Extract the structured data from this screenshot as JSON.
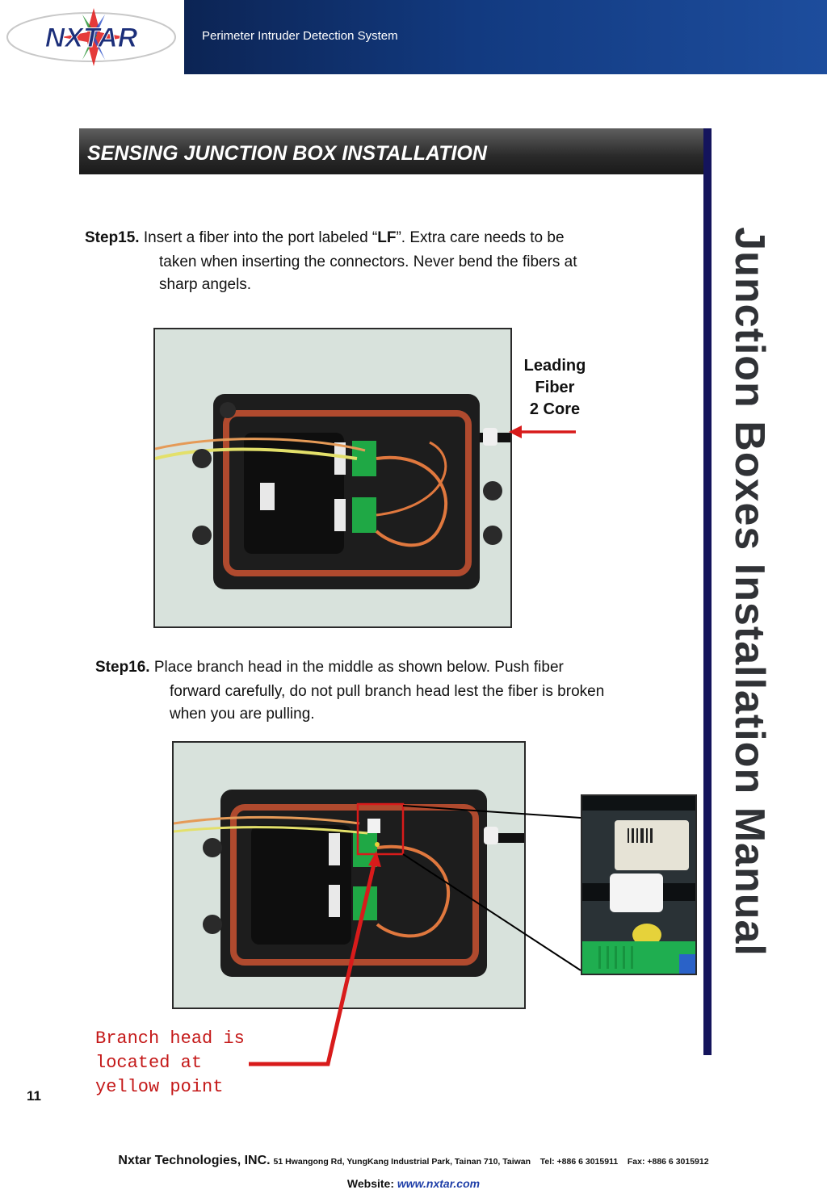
{
  "header": {
    "logo_text": "NXTAR",
    "subtitle": "Perimeter Intruder Detection System",
    "band_color": "#123a80"
  },
  "section_title": "SENSING JUNCTION BOX INSTALLATION",
  "side_title": "Junction Boxes Installation Manual",
  "step15": {
    "label": "Step15.",
    "text_line1_pre": "Insert a fiber into the port labeled “",
    "text_bold": "LF",
    "text_line1_post": "”. Extra care needs to be",
    "text_line2": "taken when inserting the connectors. Never bend the fibers at",
    "text_line3": "sharp angels."
  },
  "callout_leading": {
    "line1": "Leading",
    "line2": "Fiber",
    "line3": "2 Core"
  },
  "step16": {
    "label": "Step16.",
    "text_line1": "Place branch head in the middle as shown below. Push fiber",
    "text_line2": "forward carefully, do not pull branch head lest the fiber is broken",
    "text_line3": "when you are pulling."
  },
  "branch_note": "Branch head is located at yellow point",
  "page_number": "11",
  "footer": {
    "company": "Nxtar Technologies, INC.",
    "address": "51 Hwangong Rd, YungKang Industrial Park, Tainan 710, Taiwan",
    "tel": "Tel: +886 6 3015911",
    "fax": "Fax: +886 6 3015912",
    "website_label": "Website:",
    "website_url": "www.nxtar.com"
  },
  "colors": {
    "accent_red": "#d81b1b",
    "side_rule": "#14145c",
    "url_blue": "#1f3fa8"
  }
}
